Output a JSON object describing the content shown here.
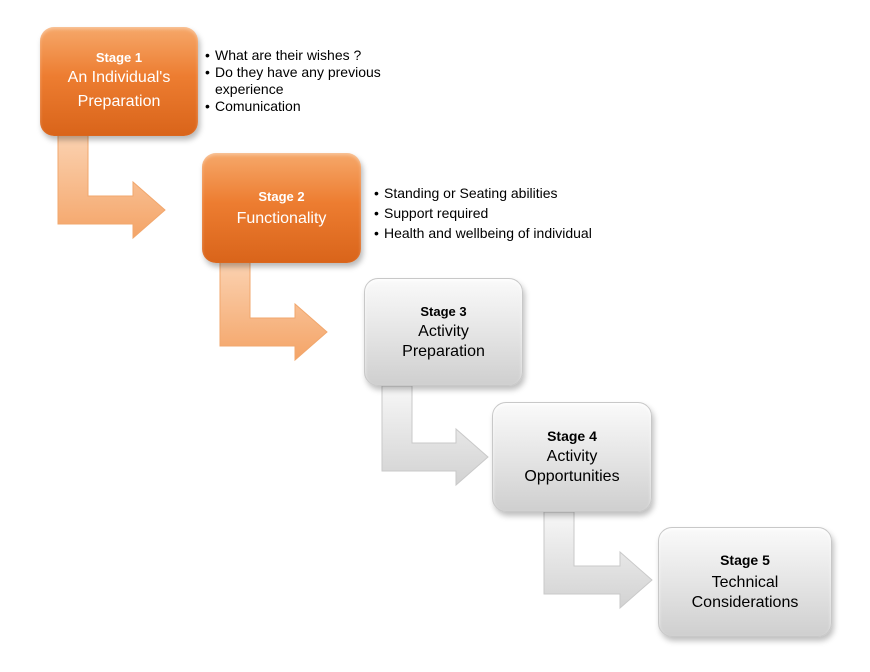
{
  "stages": [
    {
      "number": "Stage 1",
      "name": "An Individual's Preparation",
      "color": "#ed7d31"
    },
    {
      "number": "Stage 2",
      "name": "Functionality",
      "color": "#ed7d31"
    },
    {
      "number": "Stage 3",
      "name": "Activity Preparation",
      "color": "#d9d9d9"
    },
    {
      "number": "Stage 4",
      "name": "Activity Opportunities",
      "color": "#d9d9d9"
    },
    {
      "number": "Stage 5",
      "name": "Technical Considerations",
      "color": "#d9d9d9"
    }
  ],
  "notes": {
    "stage1": [
      "What are their wishes ?",
      "Do they have any previous experience",
      "Comunication"
    ],
    "stage2": [
      "Standing or Seating abilities",
      "Support required",
      "Health and wellbeing of individual"
    ]
  },
  "colors": {
    "orange_arrow": "#f8b887",
    "gray_arrow": "#e2e2e2"
  }
}
